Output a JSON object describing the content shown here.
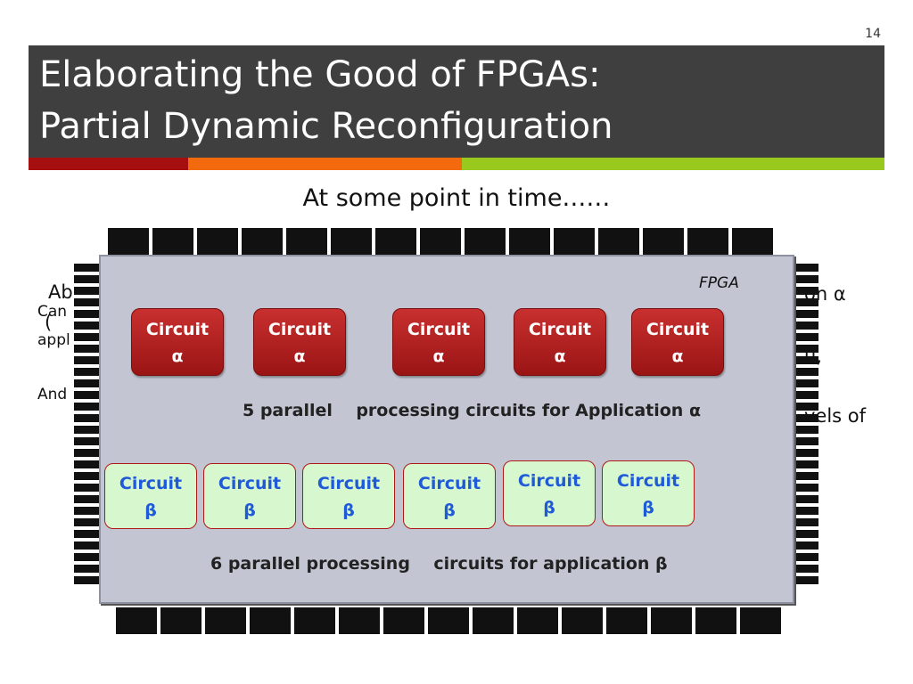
{
  "slide_number": "14",
  "title": {
    "line1": "Elaborating the Good of FPGAs:",
    "line2": "Partial Dynamic Reconfiguration"
  },
  "subtitle": "At some point in time……",
  "background_text": {
    "left1": "Ab",
    "left2": "Can",
    "left3": "(",
    "left4": "appl",
    "left5": "And",
    "right1": "on α",
    "right2": "u,",
    "right3": "vels of"
  },
  "fpga_label": "FPGA",
  "alpha_circuits": [
    {
      "line1": "Circuit",
      "line2": "α"
    },
    {
      "line1": "Circuit",
      "line2": "α"
    },
    {
      "line1": "Circuit",
      "line2": "α"
    },
    {
      "line1": "Circuit",
      "line2": "α"
    },
    {
      "line1": "Circuit",
      "line2": "α"
    }
  ],
  "alpha_caption": "5 parallel    processing circuits for Application α",
  "beta_circuits": [
    {
      "line1": "Circuit",
      "line2": "β"
    },
    {
      "line1": "Circuit",
      "line2": "β"
    },
    {
      "line1": "Circuit",
      "line2": "β"
    },
    {
      "line1": "Circuit",
      "line2": "β"
    },
    {
      "line1": "Circuit",
      "line2": "β"
    },
    {
      "line1": "Circuit",
      "line2": "β"
    }
  ],
  "beta_caption": "6 parallel processing    circuits for application β",
  "colors": {
    "title_bar": "#3f3f3f",
    "stripe_red": "#a50f0f",
    "stripe_orange": "#f26a0d",
    "stripe_green": "#99c91c",
    "alpha_fill": "#b42222",
    "beta_fill": "#d7f8cf",
    "beta_text": "#1f5ad8",
    "fpga_body": "#c3c6d2"
  }
}
